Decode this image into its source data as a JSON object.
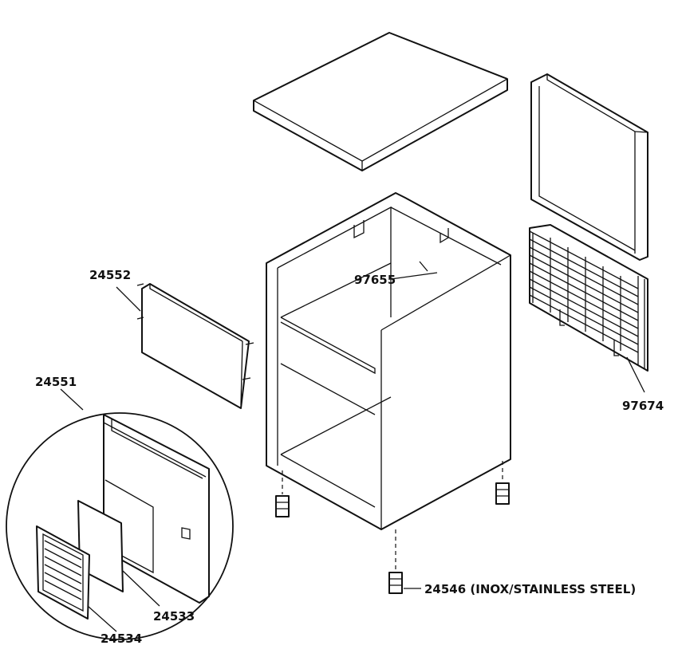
{
  "parts": [
    {
      "id": "top-panel"
    },
    {
      "id": "back-panel"
    },
    {
      "id": "shelf-rack",
      "label": "97674"
    },
    {
      "id": "cabinet-body"
    },
    {
      "id": "inner-clip",
      "label": "97655"
    },
    {
      "id": "drawer-panel",
      "label": "24552"
    },
    {
      "id": "door-assembly",
      "label": "24551"
    },
    {
      "id": "louvered-vent",
      "label": "24534"
    },
    {
      "id": "vent-filter",
      "label": "24533"
    },
    {
      "id": "leveling-foot",
      "label": "24546 (INOX/STAINLESS STEEL)"
    }
  ],
  "colors": {
    "ink": "#111111",
    "paper": "#ffffff"
  }
}
